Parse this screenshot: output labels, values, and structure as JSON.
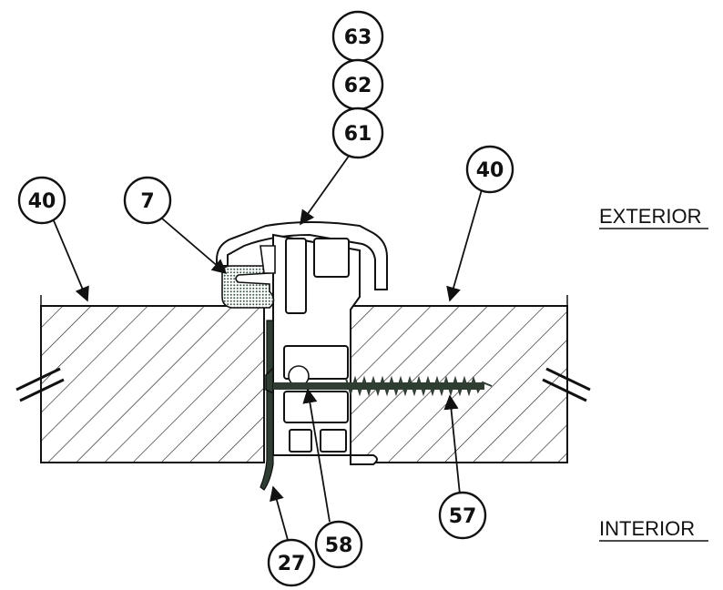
{
  "labels": {
    "exterior": "EXTERIOR",
    "interior": "INTERIOR"
  },
  "callouts": {
    "c63": "63",
    "c62": "62",
    "c61": "61",
    "c40_left": "40",
    "c7": "7",
    "c40_right": "40",
    "c57": "57",
    "c27": "27",
    "c58": "58"
  },
  "colors": {
    "ink": "#111111",
    "screw": "#2f3d33",
    "seal": "#7a9a86"
  }
}
